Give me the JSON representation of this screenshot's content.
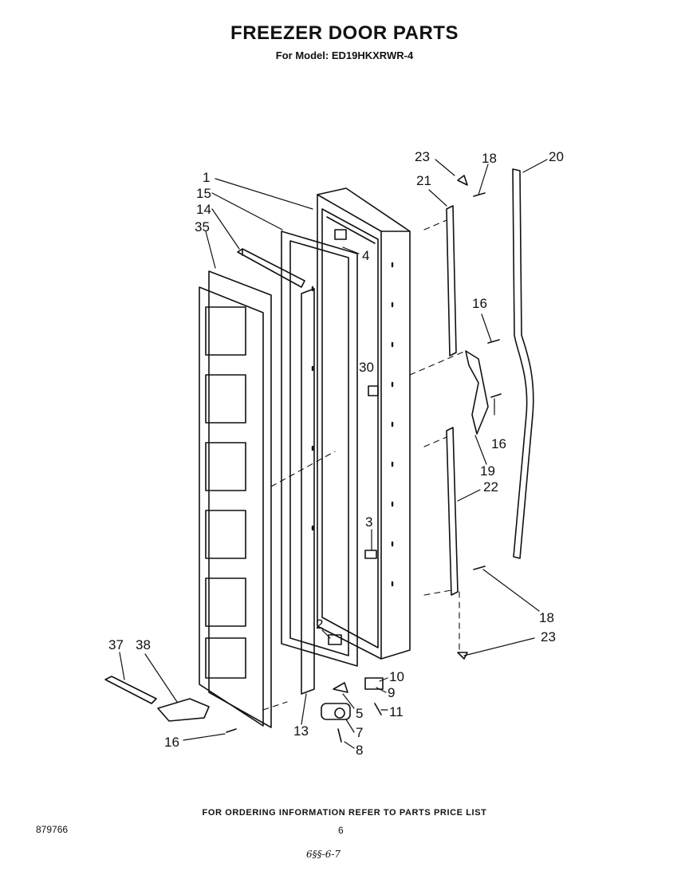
{
  "header": {
    "title": "FREEZER DOOR PARTS",
    "subtitle": "For Model: ED19HKXRWR-4"
  },
  "callouts": [
    {
      "id": "c1",
      "text": "1"
    },
    {
      "id": "c15",
      "text": "15"
    },
    {
      "id": "c14",
      "text": "14"
    },
    {
      "id": "c35",
      "text": "35"
    },
    {
      "id": "c4",
      "text": "4"
    },
    {
      "id": "c23a",
      "text": "23"
    },
    {
      "id": "c18a",
      "text": "18"
    },
    {
      "id": "c20",
      "text": "20"
    },
    {
      "id": "c21",
      "text": "21"
    },
    {
      "id": "c16a",
      "text": "16"
    },
    {
      "id": "c30",
      "text": "30"
    },
    {
      "id": "c16b",
      "text": "16"
    },
    {
      "id": "c19",
      "text": "19"
    },
    {
      "id": "c22",
      "text": "22"
    },
    {
      "id": "c3",
      "text": "3"
    },
    {
      "id": "c18b",
      "text": "18"
    },
    {
      "id": "c23b",
      "text": "23"
    },
    {
      "id": "c2",
      "text": "2"
    },
    {
      "id": "c37",
      "text": "37"
    },
    {
      "id": "c38",
      "text": "38"
    },
    {
      "id": "c10",
      "text": "10"
    },
    {
      "id": "c9",
      "text": "9"
    },
    {
      "id": "c5",
      "text": "5"
    },
    {
      "id": "c11",
      "text": "11"
    },
    {
      "id": "c13",
      "text": "13"
    },
    {
      "id": "c7",
      "text": "7"
    },
    {
      "id": "c8",
      "text": "8"
    },
    {
      "id": "c16c",
      "text": "16"
    }
  ],
  "footer": {
    "ordering_note": "FOR ORDERING INFORMATION REFER TO PARTS PRICE LIST",
    "doc_id": "879766",
    "page_number": "6",
    "handwritten": "6§§-6-7"
  }
}
